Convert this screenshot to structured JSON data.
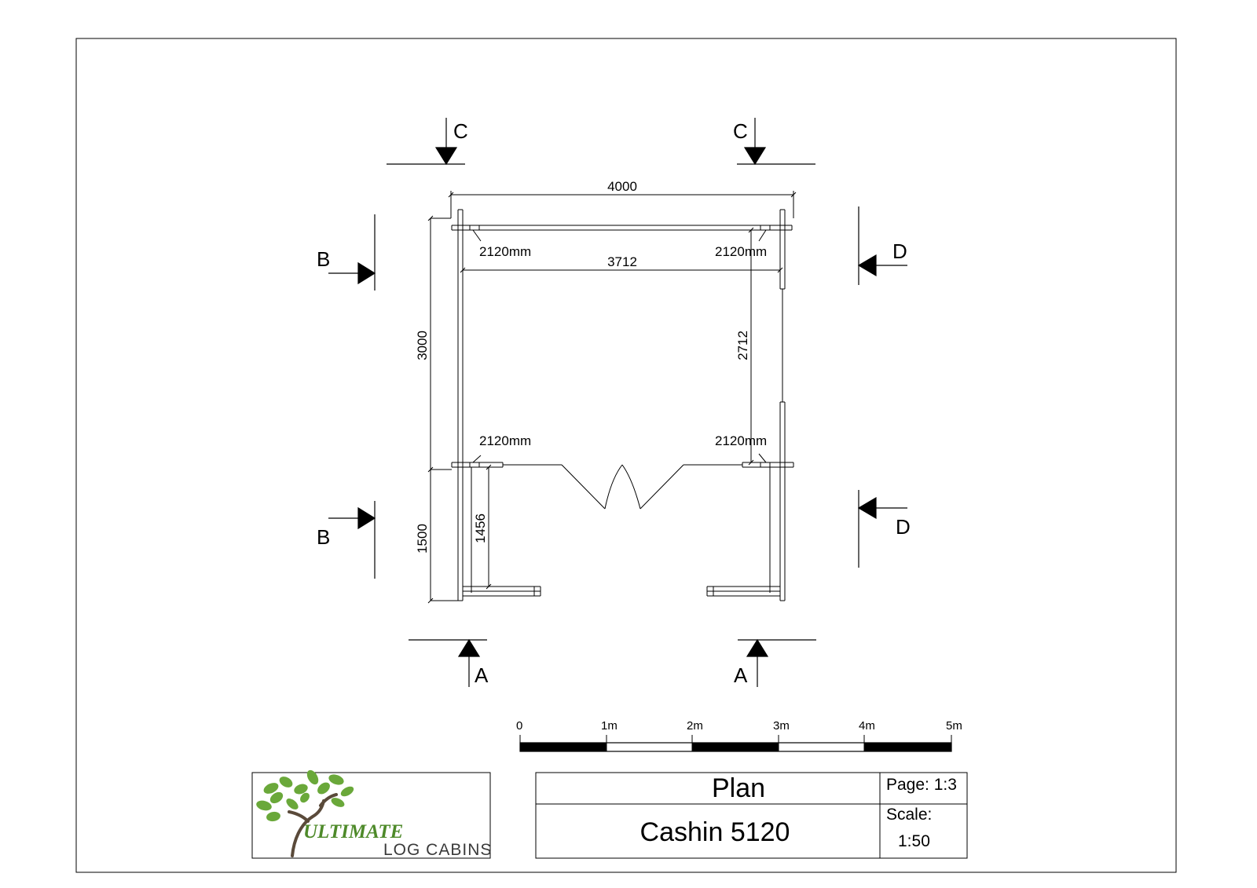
{
  "plan": {
    "dimensions": {
      "overall_width": "4000",
      "internal_width": "3712",
      "overall_depth": "3000",
      "internal_depth": "2712",
      "canopy_depth": "1500",
      "canopy_internal": "1456",
      "corner_height_tl": "2120mm",
      "corner_height_tr": "2120mm",
      "corner_height_bl": "2120mm",
      "corner_height_br": "2120mm"
    },
    "sections": {
      "c_left": "C",
      "c_right": "C",
      "b_top": "B",
      "b_bottom": "B",
      "d_top": "D",
      "d_bottom": "D",
      "a_left": "A",
      "a_right": "A"
    }
  },
  "scale_bar": {
    "labels": [
      "0",
      "1m",
      "2m",
      "3m",
      "4m",
      "5m"
    ]
  },
  "title_block": {
    "drawing_title": "Plan",
    "product_name": "Cashin 5120",
    "page": "Page: 1:3",
    "scale_label": "Scale:",
    "scale_value": "1:50"
  },
  "logo": {
    "main": "ULTIMATE",
    "sub": "LOG CABINS",
    "colors": {
      "leaf": "#6aa83a",
      "trunk": "#5a4a3a",
      "text": "#4e8a2a"
    }
  }
}
